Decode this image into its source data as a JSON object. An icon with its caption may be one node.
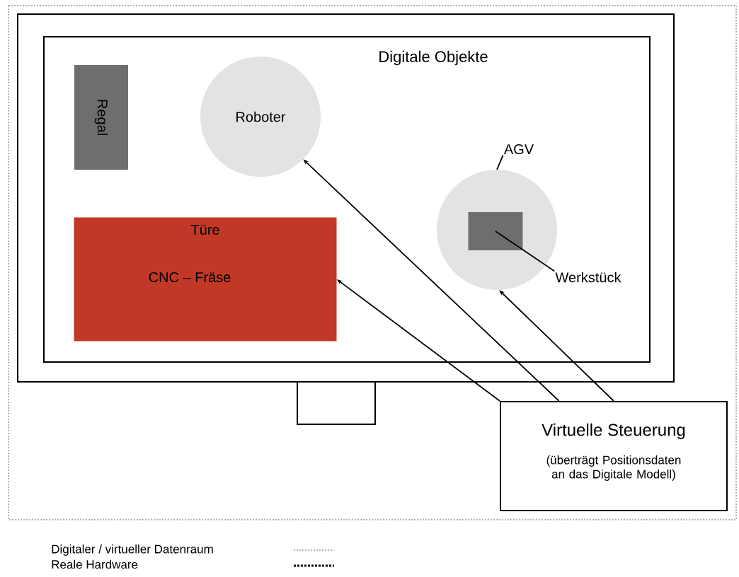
{
  "diagram": {
    "nodes": [
      {
        "text": [
          "Digitale Objekte"
        ]
      },
      {
        "text": [
          "Regal"
        ],
        "in": 0
      },
      {
        "text": [
          "Roboter"
        ],
        "in": 0
      },
      {
        "text": [],
        "shape": "circle",
        "in": 0
      },
      {
        "text": [],
        "shape": "box",
        "in": 3
      },
      {
        "text": [
          "AGV"
        ],
        "in": 0
      },
      {
        "text": [
          "Werkstück"
        ],
        "in": 0
      },
      {
        "text": [
          "Türe",
          "CNC – Fräse"
        ],
        "in": 0
      },
      {
        "text": [
          "Virtuelle Steuerung",
          "(überträgt Positionsdaten an das Digitale Modell)"
        ]
      }
    ],
    "edges": [
      {
        "from": 8,
        "to": 7,
        "arrow": "to"
      },
      {
        "from": 8,
        "to": 2,
        "arrow": "to"
      },
      {
        "from": 8,
        "to": 3,
        "arrow": "to"
      },
      {
        "from": 5,
        "to": 3,
        "arrow": "none"
      },
      {
        "from": 6,
        "to": 4,
        "arrow": "none"
      }
    ],
    "legend": [
      {
        "text": "Digitaler / virtueller Datenraum"
      },
      {
        "text": "Reale Hardware"
      }
    ]
  }
}
